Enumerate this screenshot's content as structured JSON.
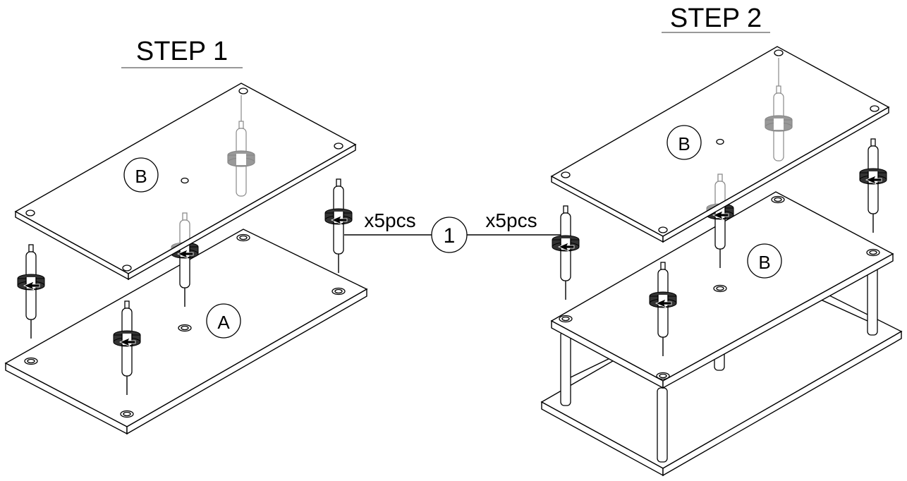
{
  "step1": {
    "title": "STEP 1",
    "plate_top_label": "B",
    "plate_bottom_label": "A"
  },
  "step2": {
    "title": "STEP 2",
    "plate_top_label": "B",
    "plate_middle_label": "B"
  },
  "part_callout": {
    "number": "1",
    "qty_left": "x5pcs",
    "qty_right": "x5pcs"
  },
  "colors": {
    "line": "#000000",
    "background": "#ffffff",
    "ghost": "#888888"
  }
}
